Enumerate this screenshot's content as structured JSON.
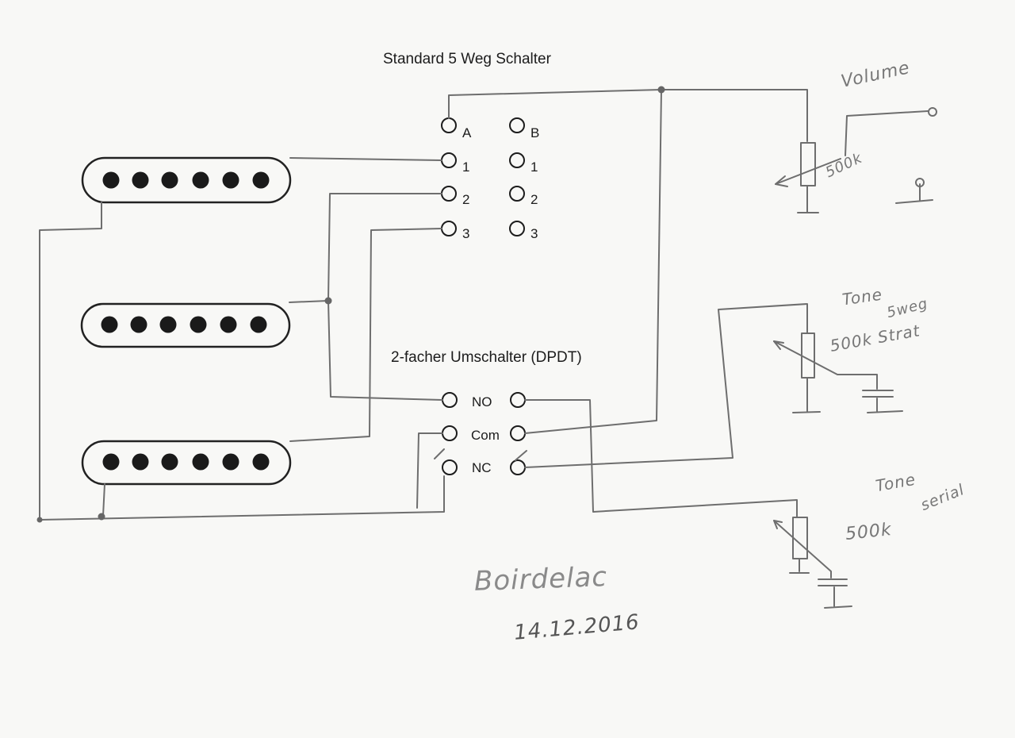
{
  "switch5": {
    "title": "Standard 5 Weg Schalter",
    "labels": [
      "A",
      "B",
      "1",
      "1",
      "2",
      "2",
      "3",
      "3"
    ]
  },
  "dpdt": {
    "title": "2-facher Umschalter (DPDT)",
    "labels": [
      "NO",
      "Com",
      "NC"
    ]
  },
  "pots": {
    "volume_label": "Volume",
    "volume_value": "500k",
    "tone5_label": "Tone",
    "tone5_sub": "5weg",
    "tone5_value": "500k Strat",
    "tone_serial_label": "Tone",
    "tone_serial_sub": "serial",
    "tone_serial_value": "500k"
  },
  "signature": {
    "name": "Boirdelac",
    "date": "14.12.2016"
  },
  "colors": {
    "paper": "#f8f8f6",
    "ink": "#1c1c1c",
    "pencil": "#6e6e6e"
  }
}
